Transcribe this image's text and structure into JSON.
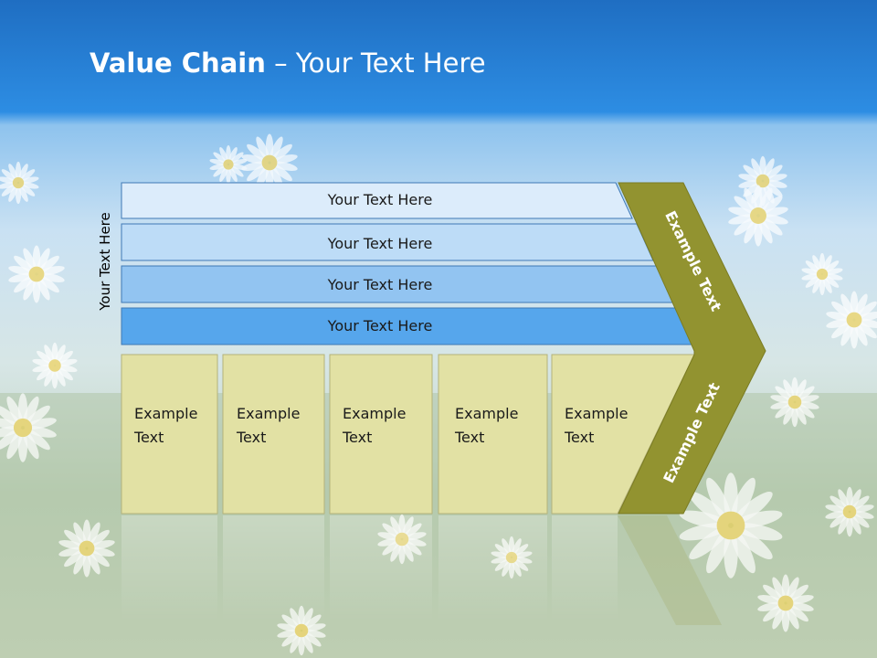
{
  "slide": {
    "title_bold": "Value Chain",
    "title_rest": " – Your Text Here",
    "side_label": "Your Text Here",
    "support_rows": [
      {
        "label": "Your Text Here",
        "fill": "#dcecfb"
      },
      {
        "label": "Your Text Here",
        "fill": "#bddcf7"
      },
      {
        "label": "Your Text Here",
        "fill": "#92c4f1"
      },
      {
        "label": "Your Text Here",
        "fill": "#56a6ec"
      }
    ],
    "primary_boxes": [
      {
        "line1": "Example",
        "line2": "Text"
      },
      {
        "line1": "Example",
        "line2": "Text"
      },
      {
        "line1": "Example",
        "line2": "Text"
      },
      {
        "line1": "Example",
        "line2": "Text"
      },
      {
        "line1": "Example",
        "line2": "Text"
      }
    ],
    "arrow_upper_label": "Example Text",
    "arrow_lower_label": "Example Text"
  },
  "colors": {
    "sky_top": "#1d6fc4",
    "sky_band": "#2b8ae0",
    "box_fill": "#e2e1a4",
    "arrow_fill": "#929330"
  }
}
